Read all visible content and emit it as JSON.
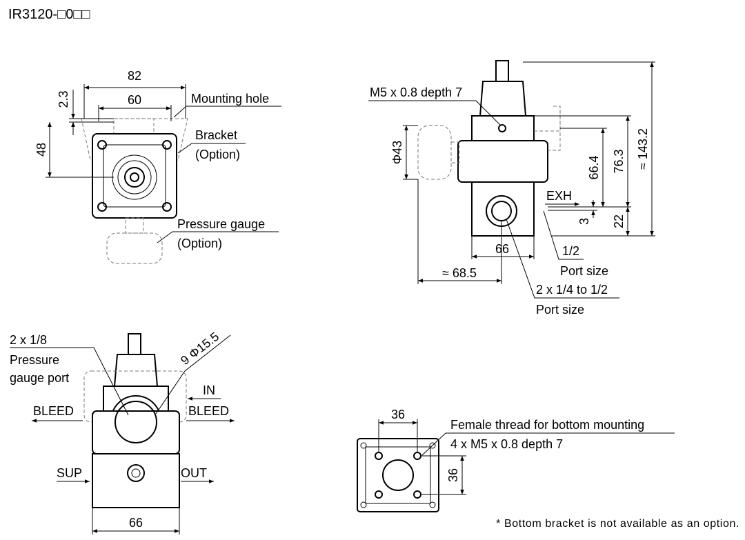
{
  "title": "IR3120-□0□□",
  "front_view": {
    "dim_width_82": "82",
    "dim_width_60": "60",
    "dim_height_2_3": "2.3",
    "dim_height_48": "48",
    "mounting_hole": "Mounting hole",
    "bracket": "Bracket",
    "bracket_option": "(Option)",
    "pressure_gauge": "Pressure gauge",
    "pressure_gauge_option": "(Option)"
  },
  "side_view": {
    "m5_depth": "M5 x 0.8 depth 7",
    "phi43": "Φ43",
    "dim_66_4": "66.4",
    "dim_76_3": "76.3",
    "dim_143_2": "≈ 143.2",
    "exh": "EXH",
    "dim_3": "3",
    "dim_22": "22",
    "dim_66": "66",
    "half_inch": "1/2",
    "port_size_1": "Port size",
    "dim_68_5": "≈ 68.5",
    "two_port": "2 x 1/4 to 1/2",
    "port_size_2": "Port size"
  },
  "bottom_left_view": {
    "two_1_8": "2 x 1/8",
    "pressure": "Pressure",
    "gauge_port": "gauge port",
    "phi15_5": "9 Φ15.5",
    "in": "IN",
    "bleed_left": "BLEED",
    "bleed_right": "BLEED",
    "sup": "SUP",
    "out": "OUT",
    "dim_66": "66"
  },
  "bottom_view": {
    "dim_36_top": "36",
    "dim_36_side": "36",
    "female_thread": "Female thread for bottom mounting",
    "m5_4x": "4 x M5 x 0.8 depth 7"
  },
  "footnote": "* Bottom bracket is not available as an option."
}
